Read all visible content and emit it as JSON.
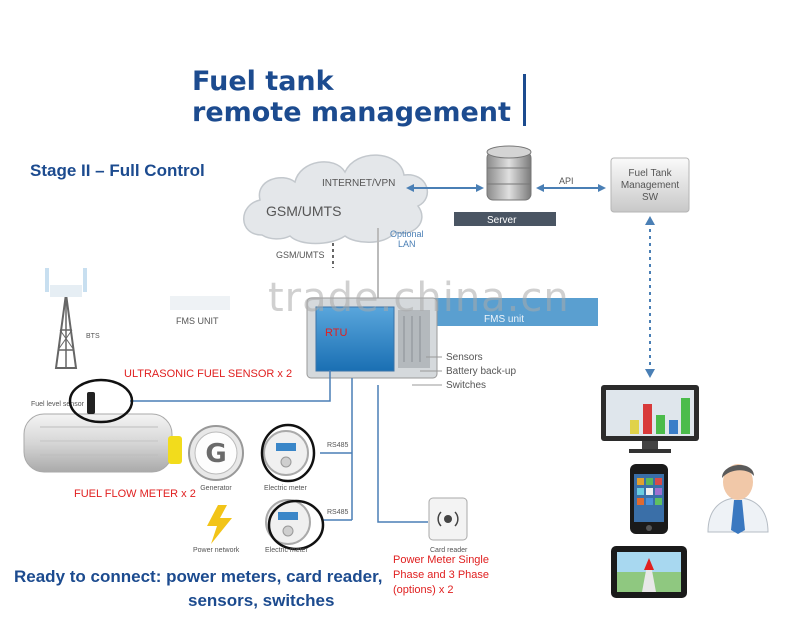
{
  "title_line1": "Fuel tank",
  "title_line2": "remote management",
  "stage_label": "Stage II – Full Control",
  "cloud_main_label": "GSM/UMTS",
  "cloud_top_label": "INTERNET/VPN",
  "cloud_sub_label": "GSM/UMTS",
  "optional_lan_line1": "Optional",
  "optional_lan_line2": "LAN",
  "server_label": "Server",
  "api_label": "API",
  "sw_line1": "Fuel Tank",
  "sw_line2": "Management",
  "sw_line3": "SW",
  "bts_label": "BTS",
  "fms_left": "FMS UNIT",
  "fms_right": "FMS unit",
  "rtu_label": "RTU",
  "ports": [
    "Sensors",
    "Battery back-up",
    "Switches"
  ],
  "ultrasonic_label": "ULTRASONIC FUEL SENSOR x 2",
  "fuel_level_label": "Fuel level sensor",
  "generator_letter": "G",
  "generator_label": "Generator",
  "meter_label1": "Electric meter",
  "meter_label2": "Electric meter",
  "rs485_1": "RS485",
  "rs485_2": "RS485",
  "fuel_flow_label": "FUEL FLOW METER x 2",
  "power_network_label": "Power network",
  "card_reader_label": "Card reader",
  "power_meter_line1": "Power Meter Single",
  "power_meter_line2": "Phase and 3 Phase",
  "power_meter_line3": "(options) x 2",
  "ready_line1": "Ready to connect: power meters, card reader,",
  "ready_line2": "sensors, switches",
  "watermark": "trade.china.cn",
  "colors": {
    "brand_blue": "#1c4b8f",
    "red_label": "#e02020",
    "lan_blue": "#4a7fb5"
  }
}
